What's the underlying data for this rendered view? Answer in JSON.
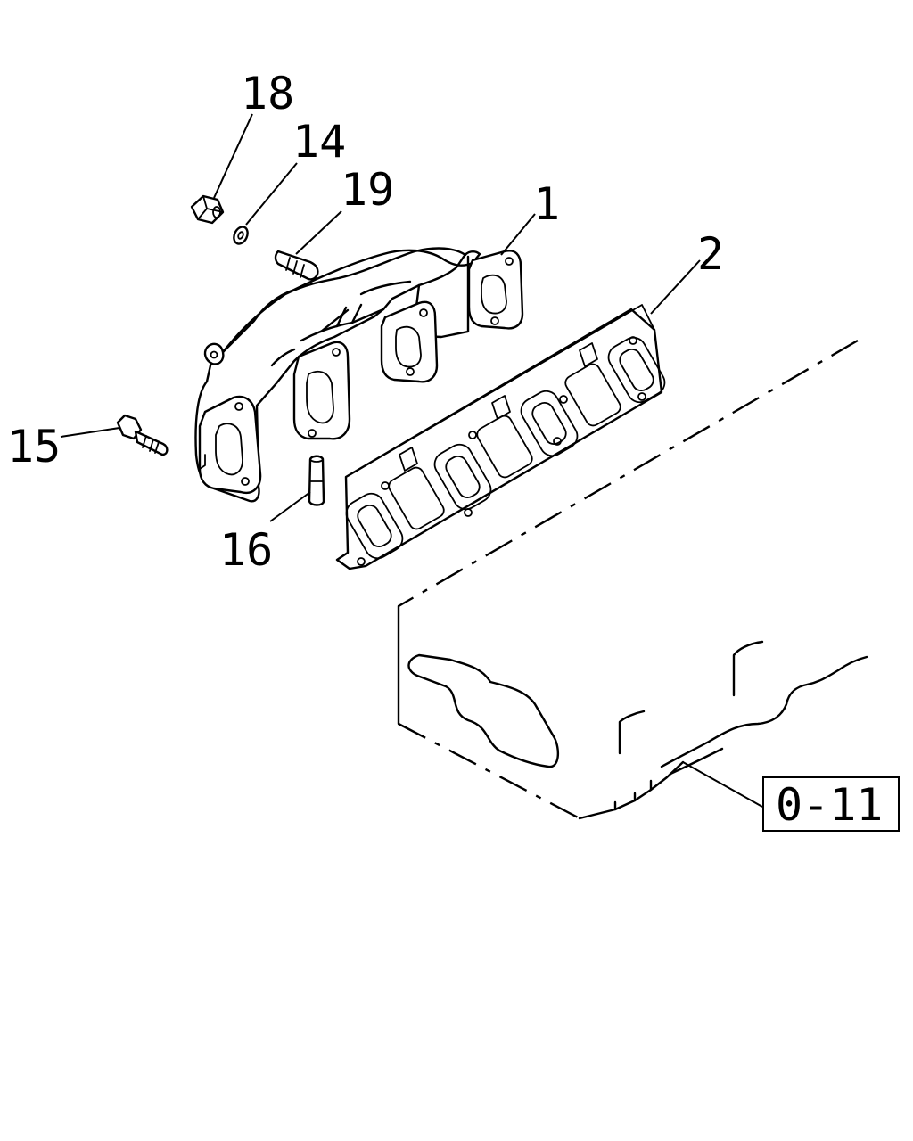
{
  "callouts": {
    "c18": "18",
    "c14": "14",
    "c19": "19",
    "c1": "1",
    "c2": "2",
    "c15": "15",
    "c16": "16"
  },
  "reference": {
    "label": "0-11"
  }
}
